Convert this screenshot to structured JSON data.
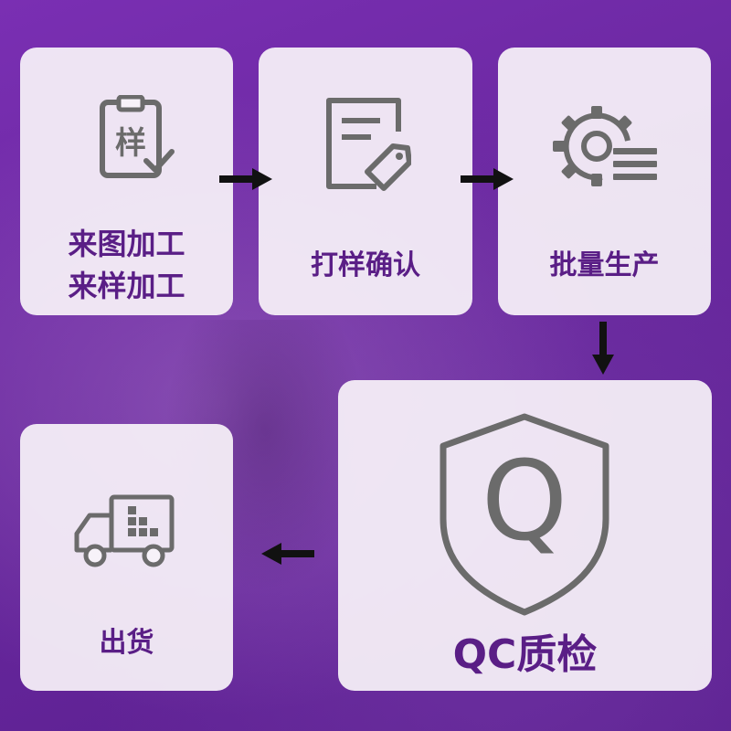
{
  "steps": {
    "custom": {
      "line1": "来图加工",
      "line2": "来样加工",
      "icon": "sample-clipboard-icon",
      "icon_text": "样"
    },
    "sample": {
      "label": "打样确认",
      "icon": "document-tag-icon"
    },
    "mass": {
      "label": "批量生产",
      "icon": "gear-lines-icon"
    },
    "qc": {
      "label": "QC质检",
      "icon": "shield-q-icon",
      "icon_text": "Q"
    },
    "ship": {
      "label": "出货",
      "icon": "delivery-truck-icon"
    }
  },
  "colors": {
    "label": "#5a1e86",
    "icon": "#6b6b6b",
    "arrow": "#111111"
  }
}
